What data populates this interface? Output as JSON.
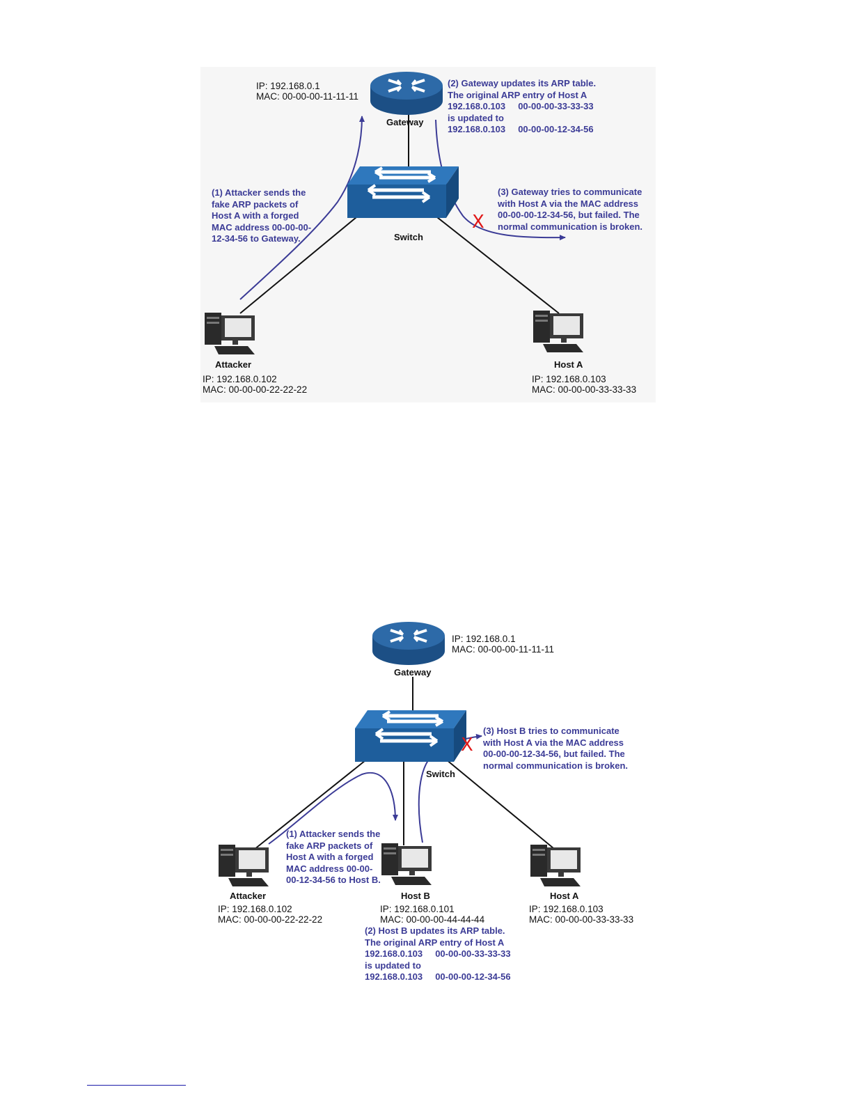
{
  "colors": {
    "router_top": "#2d6aa8",
    "router_side": "#1c4f85",
    "switch_top": "#2f78bd",
    "switch_front": "#1e5e9c",
    "annotation": "#3b3b96",
    "cross": "#e01818"
  },
  "icons": {
    "gateway": "router-icon",
    "switch": "switch-icon",
    "hosts": "computer-icon",
    "failure": "cross-icon"
  },
  "diagram1": {
    "gateway": {
      "name": "Gateway",
      "ip": "IP: 192.168.0.1",
      "mac": "MAC: 00-00-00-11-11-11"
    },
    "switch": {
      "name": "Switch"
    },
    "attacker": {
      "name": "Attacker",
      "ip": "IP: 192.168.0.102",
      "mac": "MAC: 00-00-00-22-22-22"
    },
    "host_a": {
      "name": "Host A",
      "ip": "IP: 192.168.0.103",
      "mac": "MAC: 00-00-00-33-33-33"
    },
    "step1": "(1) Attacker sends the\nfake ARP packets of\nHost A with a forged\nMAC address 00-00-00-\n12-34-56 to Gateway.",
    "step2": "(2) Gateway updates its ARP table.\nThe original ARP entry of Host A\n192.168.0.103     00-00-00-33-33-33\nis updated to\n192.168.0.103     00-00-00-12-34-56",
    "step3": "(3) Gateway tries to communicate\nwith Host A via the MAC address\n00-00-00-12-34-56, but failed. The\nnormal communication is broken.",
    "cross": "X"
  },
  "diagram2": {
    "gateway": {
      "name": "Gateway",
      "ip": "IP: 192.168.0.1",
      "mac": "MAC: 00-00-00-11-11-11"
    },
    "switch": {
      "name": "Switch"
    },
    "attacker": {
      "name": "Attacker",
      "ip": "IP: 192.168.0.102",
      "mac": "MAC: 00-00-00-22-22-22"
    },
    "host_b": {
      "name": "Host B",
      "ip": "IP: 192.168.0.101",
      "mac": "MAC: 00-00-00-44-44-44"
    },
    "host_a": {
      "name": "Host A",
      "ip": "IP: 192.168.0.103",
      "mac": "MAC: 00-00-00-33-33-33"
    },
    "step1": "(1) Attacker sends the\nfake ARP packets of\nHost A with a forged\nMAC address 00-00-\n00-12-34-56 to Host B.",
    "step2": "(2) Host B updates its ARP table.\nThe original ARP entry of Host A\n192.168.0.103     00-00-00-33-33-33\nis updated to\n192.168.0.103     00-00-00-12-34-56",
    "step3": "(3) Host B tries to communicate\nwith Host A via the MAC address\n00-00-00-12-34-56, but failed. The\nnormal communication is broken.",
    "cross": "X"
  }
}
